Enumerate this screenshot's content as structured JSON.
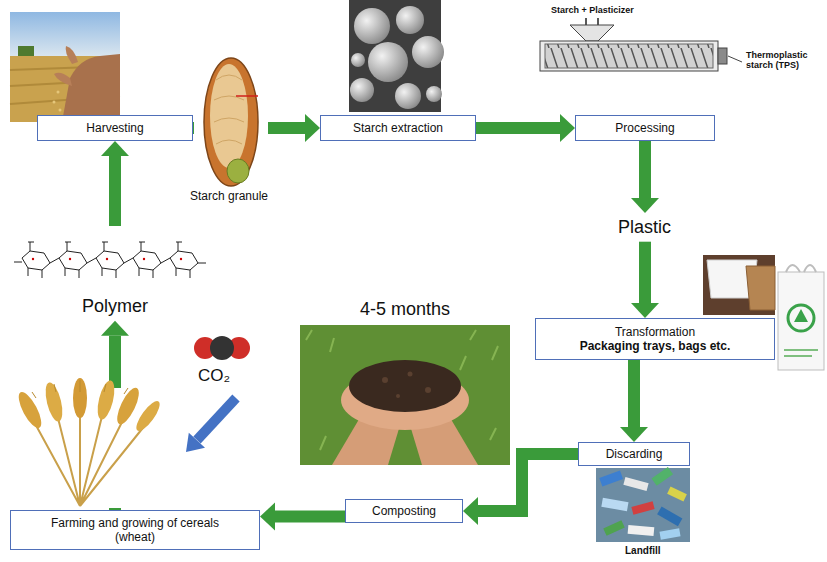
{
  "diagram": {
    "nodes": [
      {
        "text": [
          "Harvesting"
        ]
      },
      {
        "text": [
          "Starch extraction"
        ]
      },
      {
        "text": [
          "Processing"
        ]
      },
      {
        "text": [
          "Transformation",
          "Packaging trays, bags etc."
        ]
      },
      {
        "text": [
          "Discarding"
        ]
      },
      {
        "text": [
          "Composting"
        ]
      },
      {
        "text": [
          "Farming and growing of cereals (wheat)"
        ]
      }
    ],
    "edges": [
      {
        "from": 0,
        "to": 1,
        "arrow": "to"
      },
      {
        "from": 1,
        "to": 2,
        "arrow": "to"
      },
      {
        "from": 2,
        "to": 3,
        "label": "Plastic",
        "arrow": "to"
      },
      {
        "from": 3,
        "to": 4,
        "arrow": "to"
      },
      {
        "from": 4,
        "to": 5,
        "arrow": "to"
      },
      {
        "from": 5,
        "to": 6,
        "arrow": "to"
      },
      {
        "from": 6,
        "to": 0,
        "label": "Polymer",
        "arrow": "to"
      }
    ],
    "labels": [
      "Starch granule",
      "Starch + Plasticizer",
      "Thermoplastic starch (TPS)",
      "4-5 months",
      "CO₂",
      "Landfill"
    ]
  }
}
